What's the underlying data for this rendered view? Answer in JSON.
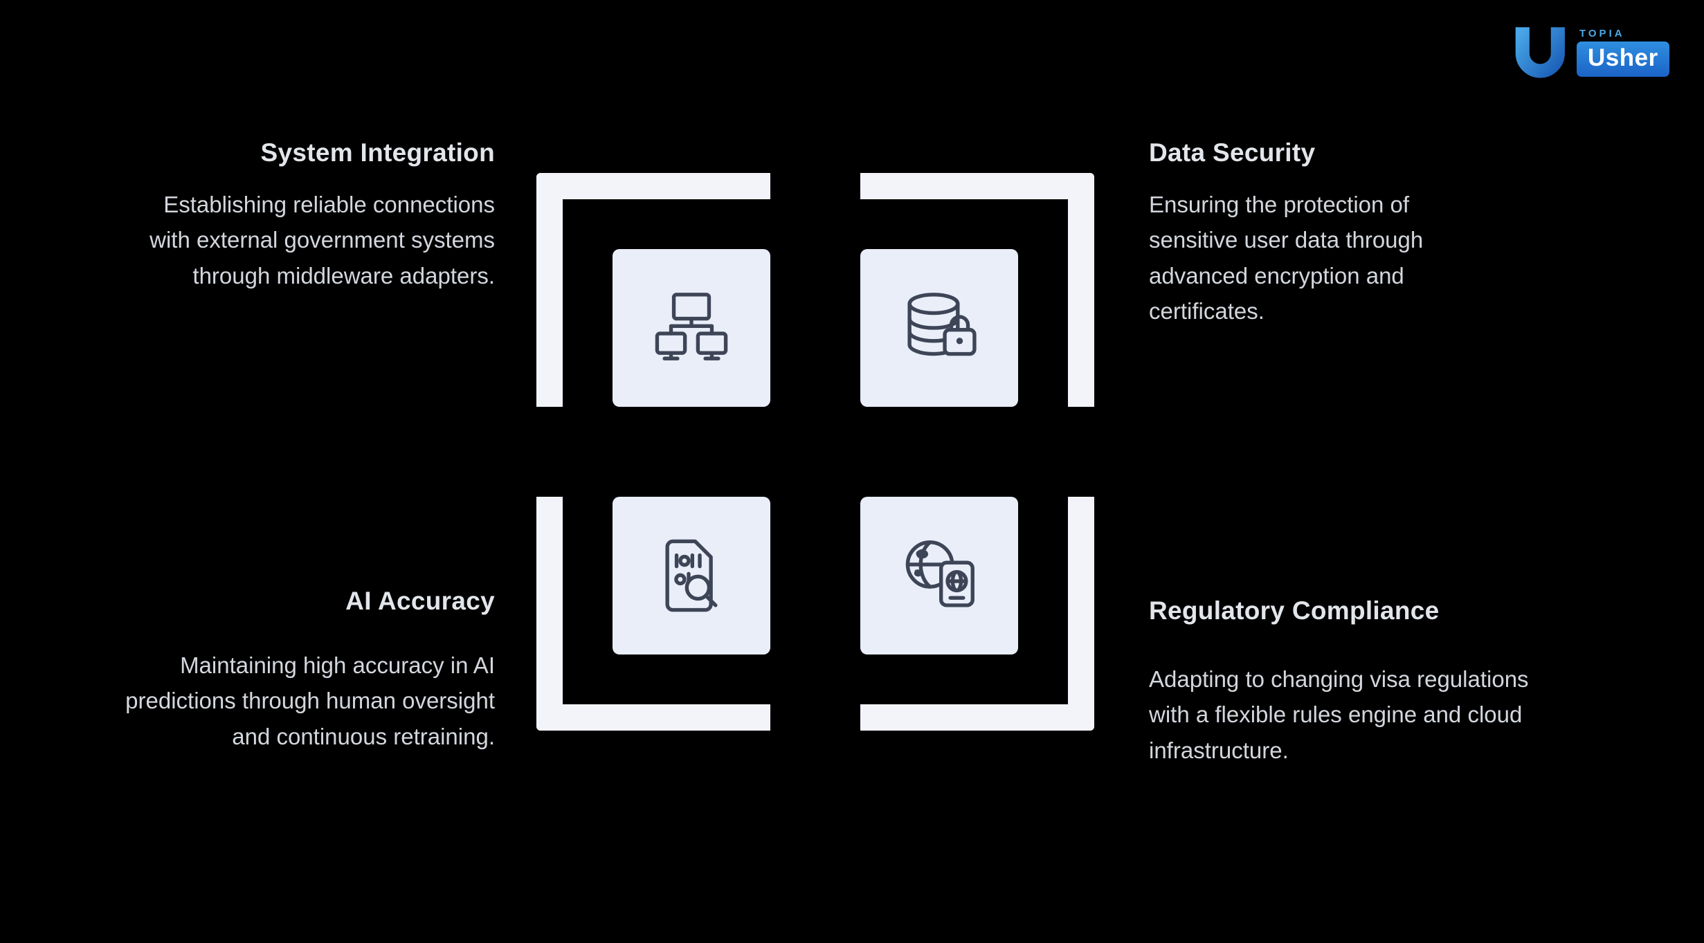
{
  "brand": {
    "small_text": "TOPIA",
    "wordmark": "Usher"
  },
  "features": [
    {
      "title": "System Integration",
      "description": "Establishing reliable connections with external government systems through middleware adapters.",
      "icon": "network-icon"
    },
    {
      "title": "Data Security",
      "description": "Ensuring the protection of sensitive user data through advanced encryption and certificates.",
      "icon": "database-lock-icon"
    },
    {
      "title": "AI Accuracy",
      "description": "Maintaining high accuracy in AI predictions through human oversight and continuous retraining.",
      "icon": "document-scan-icon"
    },
    {
      "title": "Regulatory Compliance",
      "description": "Adapting to changing visa regulations with a flexible rules engine and cloud infrastructure.",
      "icon": "globe-passport-icon"
    }
  ],
  "colors": {
    "background": "#000000",
    "tile": "#e9eef9",
    "bracket": "#f2f4f9",
    "icon_stroke": "#3d4557",
    "text": "#d3d7dd",
    "accent_blue": "#2e86de"
  }
}
